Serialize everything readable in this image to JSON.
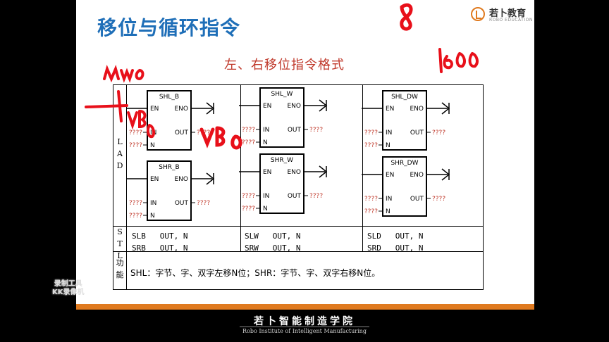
{
  "slide": {
    "title": "移位与循环指令",
    "subtitle": "左、右移位指令格式",
    "logo_text": "若卜教育",
    "logo_sub": "ROBO EDUCATION"
  },
  "table": {
    "row_labels": {
      "lad": "L\nA\nD",
      "stl": "S\nT\nL",
      "func": "功\n能"
    },
    "blocks": [
      {
        "name": "SHL_B",
        "en": "EN",
        "eno": "ENO",
        "in": "IN",
        "out": "OUT",
        "n": "N",
        "in_val": "????",
        "out_val": "????",
        "n_val": "????"
      },
      {
        "name": "SHL_W",
        "en": "EN",
        "eno": "ENO",
        "in": "IN",
        "out": "OUT",
        "n": "N",
        "in_val": "????",
        "out_val": "????",
        "n_val": "????"
      },
      {
        "name": "SHL_DW",
        "en": "EN",
        "eno": "ENO",
        "in": "IN",
        "out": "OUT",
        "n": "N",
        "in_val": "????",
        "out_val": "????",
        "n_val": "????"
      },
      {
        "name": "SHR_B",
        "en": "EN",
        "eno": "ENO",
        "in": "IN",
        "out": "OUT",
        "n": "N",
        "in_val": "????",
        "out_val": "????",
        "n_val": "????"
      },
      {
        "name": "SHR_W",
        "en": "EN",
        "eno": "ENO",
        "in": "IN",
        "out": "OUT",
        "n": "N",
        "in_val": "????",
        "out_val": "????",
        "n_val": "????"
      },
      {
        "name": "SHR_DW",
        "en": "EN",
        "eno": "ENO",
        "in": "IN",
        "out": "OUT",
        "n": "N",
        "in_val": "????",
        "out_val": "????",
        "n_val": "????"
      }
    ],
    "stl": [
      "SLB   OUT, N\nSRB   OUT, N",
      "SLW   OUT, N\nSRW   OUT, N",
      "SLD   OUT, N\nSRD   OUT, N"
    ],
    "function_text": "SHL：字节、字、双字左移N位；SHR：字节、字、双字右移N位。"
  },
  "annotations": {
    "marks": [
      "8",
      "1600",
      "MW0",
      "VB0",
      "VB0"
    ],
    "ink_color": "#e8101a"
  },
  "footer": {
    "title": "若卜智能制造学院",
    "subtitle": "Robo Institute of Intelligent Manufacturing",
    "accent_color": "#e07a1f"
  },
  "watermark": {
    "line1": "录制工具",
    "line2": "KK录像机"
  }
}
